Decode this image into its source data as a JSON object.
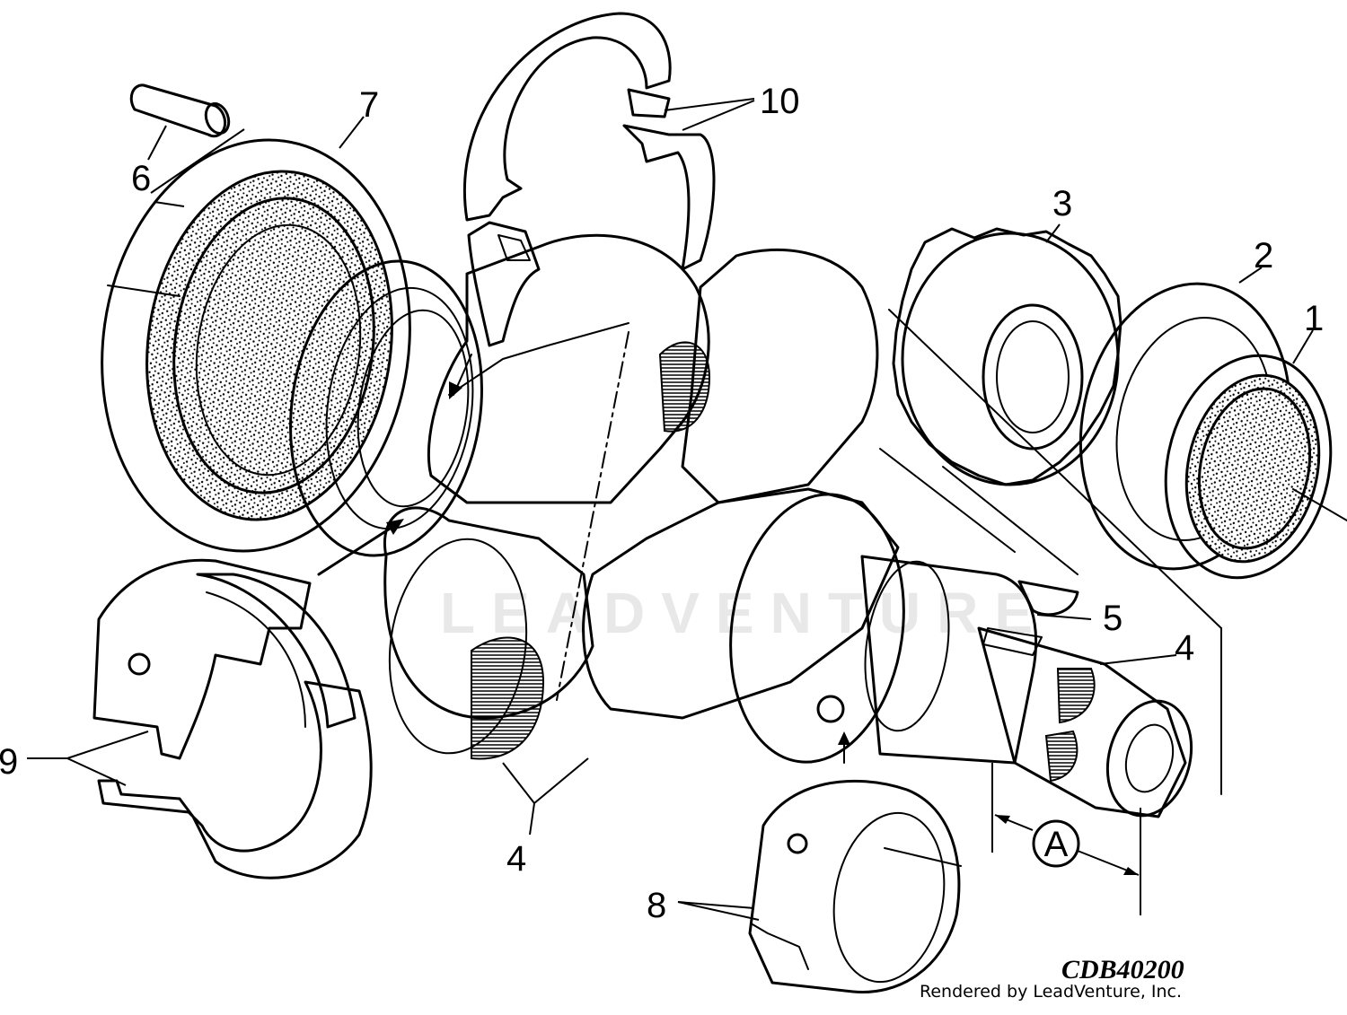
{
  "callouts": {
    "c1": "1",
    "c2": "2",
    "c3": "3",
    "c4a": "4",
    "c4b": "4",
    "c5": "5",
    "c6": "6",
    "c7": "7",
    "c8": "8",
    "c9": "9",
    "c10": "10",
    "dimension_a": "A"
  },
  "watermark": "LEADVENTURE",
  "drawing_code": "CDB40200",
  "credit": "Rendered by LeadVenture, Inc."
}
